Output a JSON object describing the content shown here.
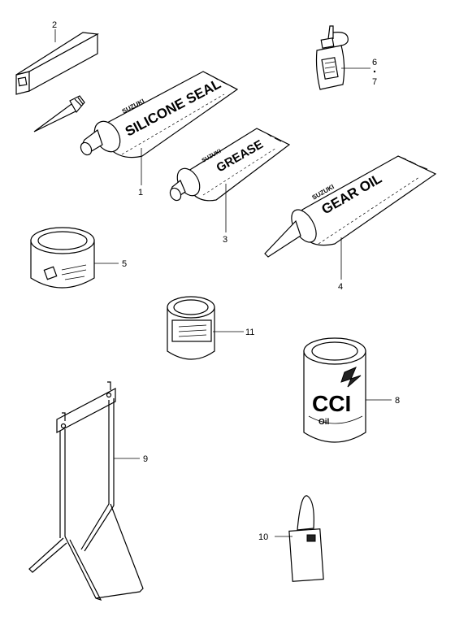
{
  "labels": {
    "silicone_seal": "SILICONE SEAL",
    "grease": "GREASE",
    "gear_oil": "GEAR OIL",
    "suzuki": "SUZUKI",
    "cci": "CCI",
    "oil": "Oil"
  },
  "callouts": {
    "p1": "1",
    "p2": "2",
    "p3": "3",
    "p4": "4",
    "p5": "5",
    "p6": "6",
    "p7": "7",
    "p8": "8",
    "p9": "9",
    "p10": "10",
    "p11": "11"
  }
}
